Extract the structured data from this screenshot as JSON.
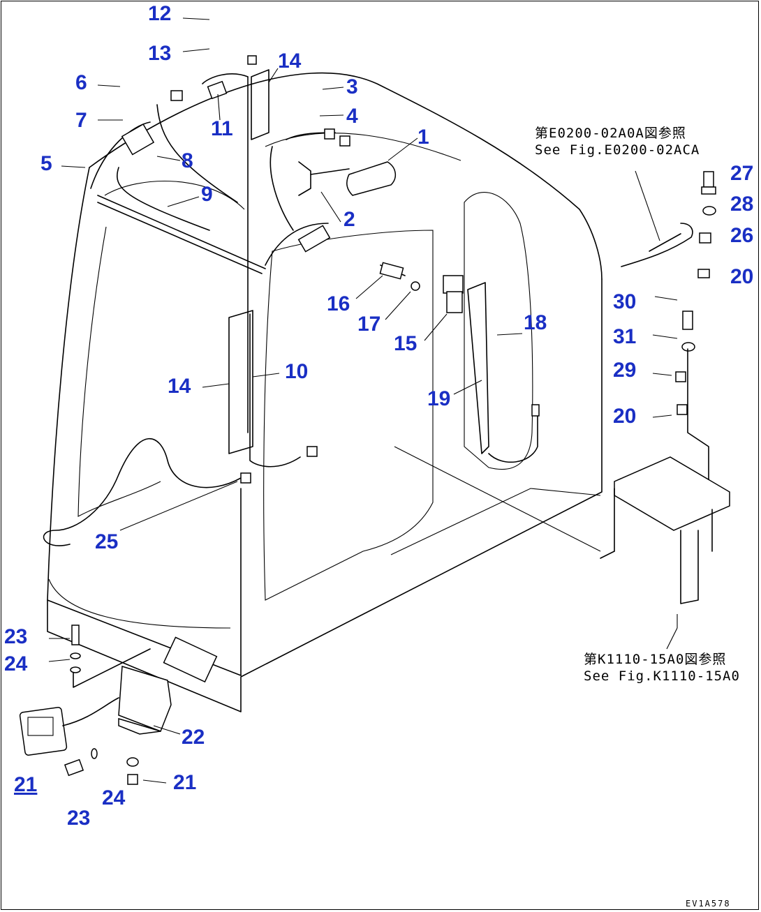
{
  "diagram": {
    "callouts": [
      "12",
      "13",
      "6",
      "14",
      "3",
      "4",
      "7",
      "11",
      "1",
      "5",
      "8",
      "9",
      "2",
      "16",
      "17",
      "15",
      "18",
      "19",
      "14",
      "10",
      "25",
      "23",
      "24",
      "22",
      "21",
      "21",
      "24",
      "23",
      "27",
      "28",
      "26",
      "20",
      "30",
      "31",
      "29",
      "20"
    ],
    "reference_notes": {
      "note_top_jp": "第E0200-02A0A図参照",
      "note_top_en": "See Fig.E0200-02ACA",
      "note_bottom_jp": "第K1110-15A0図参照",
      "note_bottom_en": "See Fig.K1110-15A0"
    },
    "drawing_code": "EV1A578"
  }
}
